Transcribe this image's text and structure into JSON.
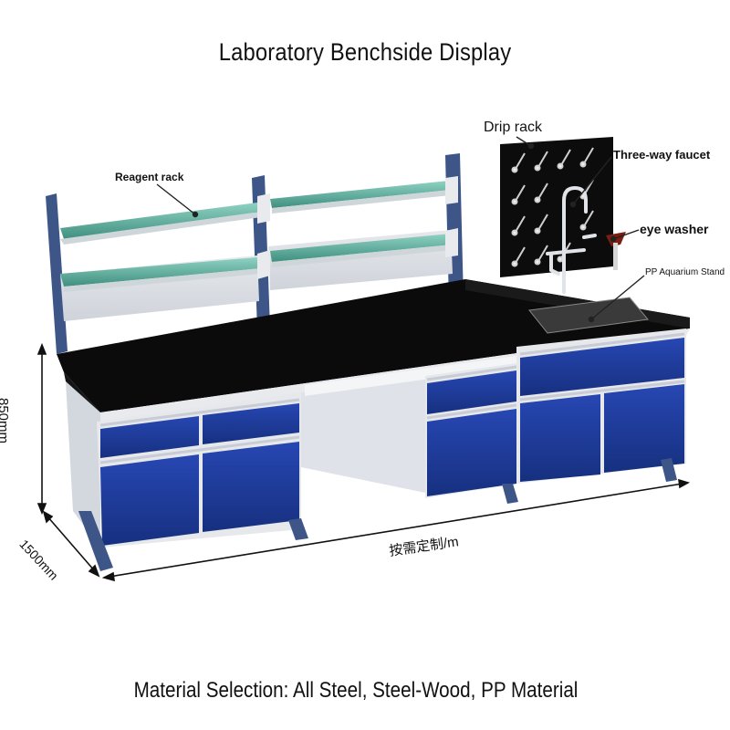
{
  "title": "Laboratory Benchside Display",
  "footer": "Material Selection: All Steel, Steel-Wood, PP Material",
  "callouts": {
    "reagent_rack": "Reagent rack",
    "drip_rack": "Drip rack",
    "three_way_faucet": "Three-way faucet",
    "eye_washer": "eye washer",
    "pp_aquarium_stand": "PP Aquarium Stand"
  },
  "dimensions": {
    "height": "850mm",
    "depth": "1500mm",
    "width": "按需定制/m"
  },
  "colors": {
    "cabinet_blue": "#1e3a9a",
    "frame_blue": "#3d5687",
    "worktop_black": "#0b0b0b",
    "shelf_green": "#5fb3a1"
  }
}
